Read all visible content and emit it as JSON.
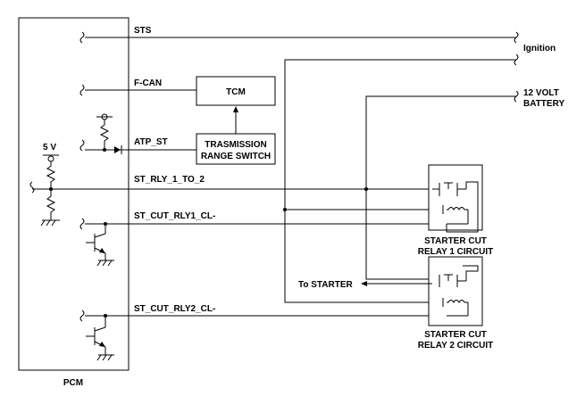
{
  "labels": {
    "sts": "STS",
    "ignition": "Ignition",
    "fcan": "F-CAN",
    "tcm": "TCM",
    "battery_line1": "12 VOLT",
    "battery_line2": "BATTERY",
    "atp_st": "ATP_ST",
    "trs_line1": "TRASMISSION",
    "trs_line2": "RANGE SWITCH",
    "five_v": "5 V",
    "st_rly": "ST_RLY_1_TO_2",
    "st_cut1": "ST_CUT_RLY1_CL-",
    "st_cut2": "ST_CUT_RLY2_CL-",
    "relay1_line1": "STARTER CUT",
    "relay1_line2": "RELAY 1 CIRCUIT",
    "relay2_line1": "STARTER CUT",
    "relay2_line2": "RELAY 2 CIRCUIT",
    "to_starter": "To STARTER",
    "pcm": "PCM"
  }
}
